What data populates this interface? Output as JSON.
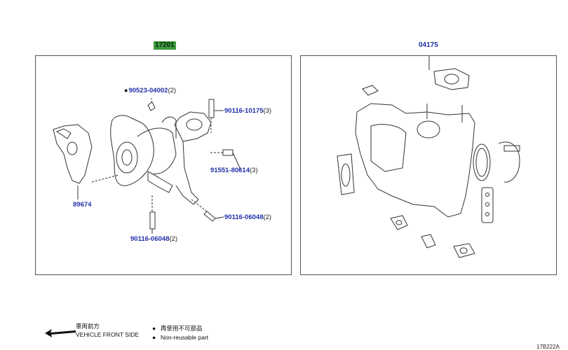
{
  "diagram": {
    "left_panel": {
      "part_number": "17201",
      "callouts": [
        {
          "code": "90523-04002",
          "qty": "(2)",
          "non_reusable": true
        },
        {
          "code": "90116-10175",
          "qty": "(3)",
          "non_reusable": false
        },
        {
          "code": "91551-80614",
          "qty": "(3)",
          "non_reusable": false
        },
        {
          "code": "89674",
          "qty": "",
          "non_reusable": false
        },
        {
          "code": "90116-06048",
          "qty": "(2)",
          "non_reusable": false
        },
        {
          "code": "90116-06048",
          "qty": "(2)",
          "non_reusable": false
        }
      ]
    },
    "right_panel": {
      "part_number": "04175"
    },
    "legend": {
      "front_jp": "車両前方",
      "front_en": "VEHICLE FRONT SIDE",
      "nonreusable_jp": "再使用不可部品",
      "nonreusable_en": "Non-reusable part",
      "bullet": "●"
    },
    "drawing_code": "17B222A",
    "icons": [
      "left-arrow-icon",
      "bullet-dot-icon"
    ]
  }
}
